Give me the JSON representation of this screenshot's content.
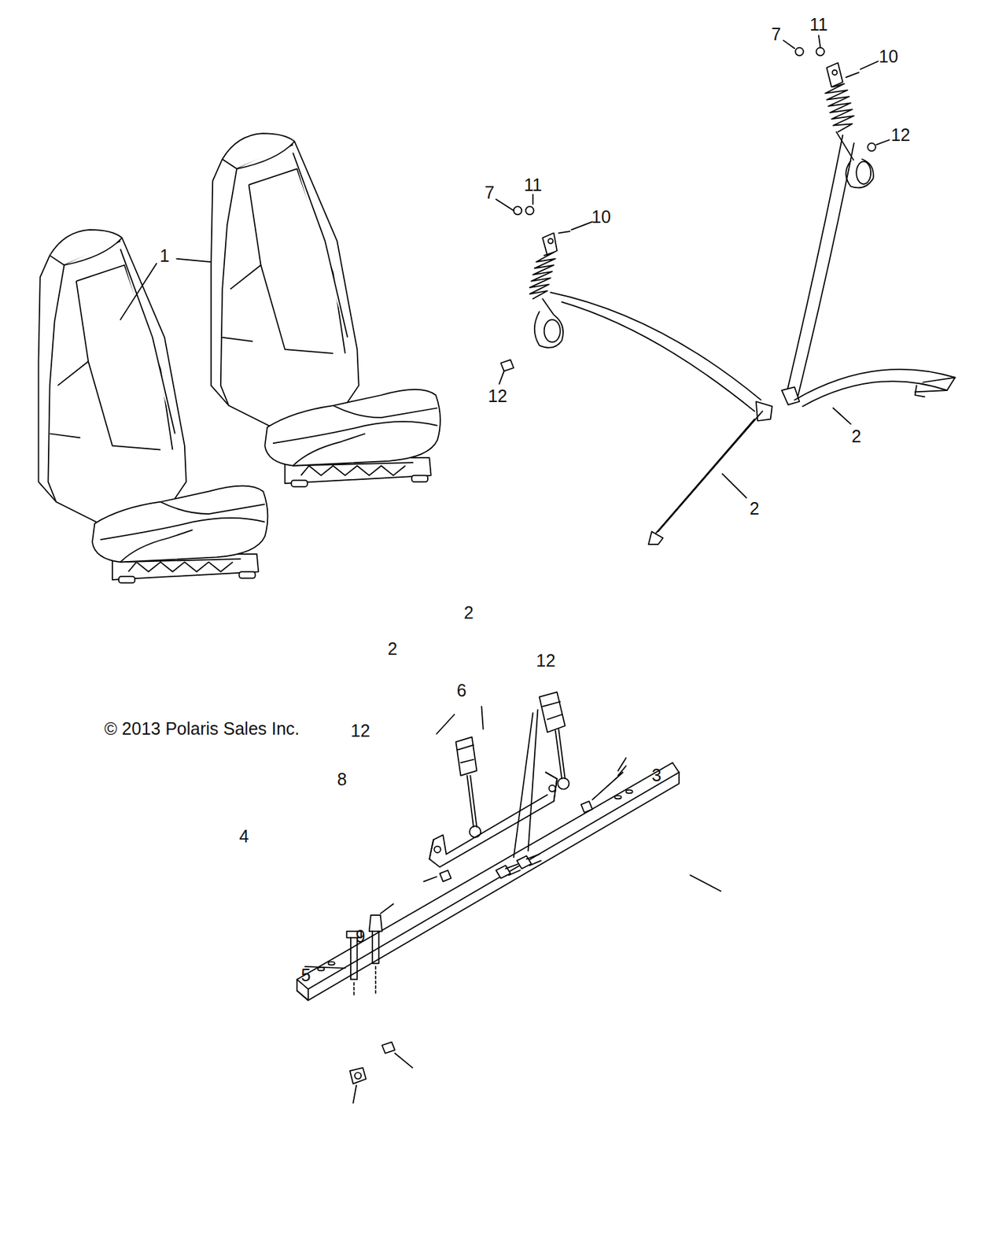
{
  "diagram": {
    "labels": [
      "11",
      "7",
      "10",
      "12",
      "11",
      "7",
      "10",
      "1",
      "12",
      "2",
      "2",
      "2",
      "2",
      "12",
      "6",
      "© 2013 Polaris Sales Inc.",
      "12",
      "3",
      "8",
      "4",
      "9",
      "5"
    ]
  }
}
